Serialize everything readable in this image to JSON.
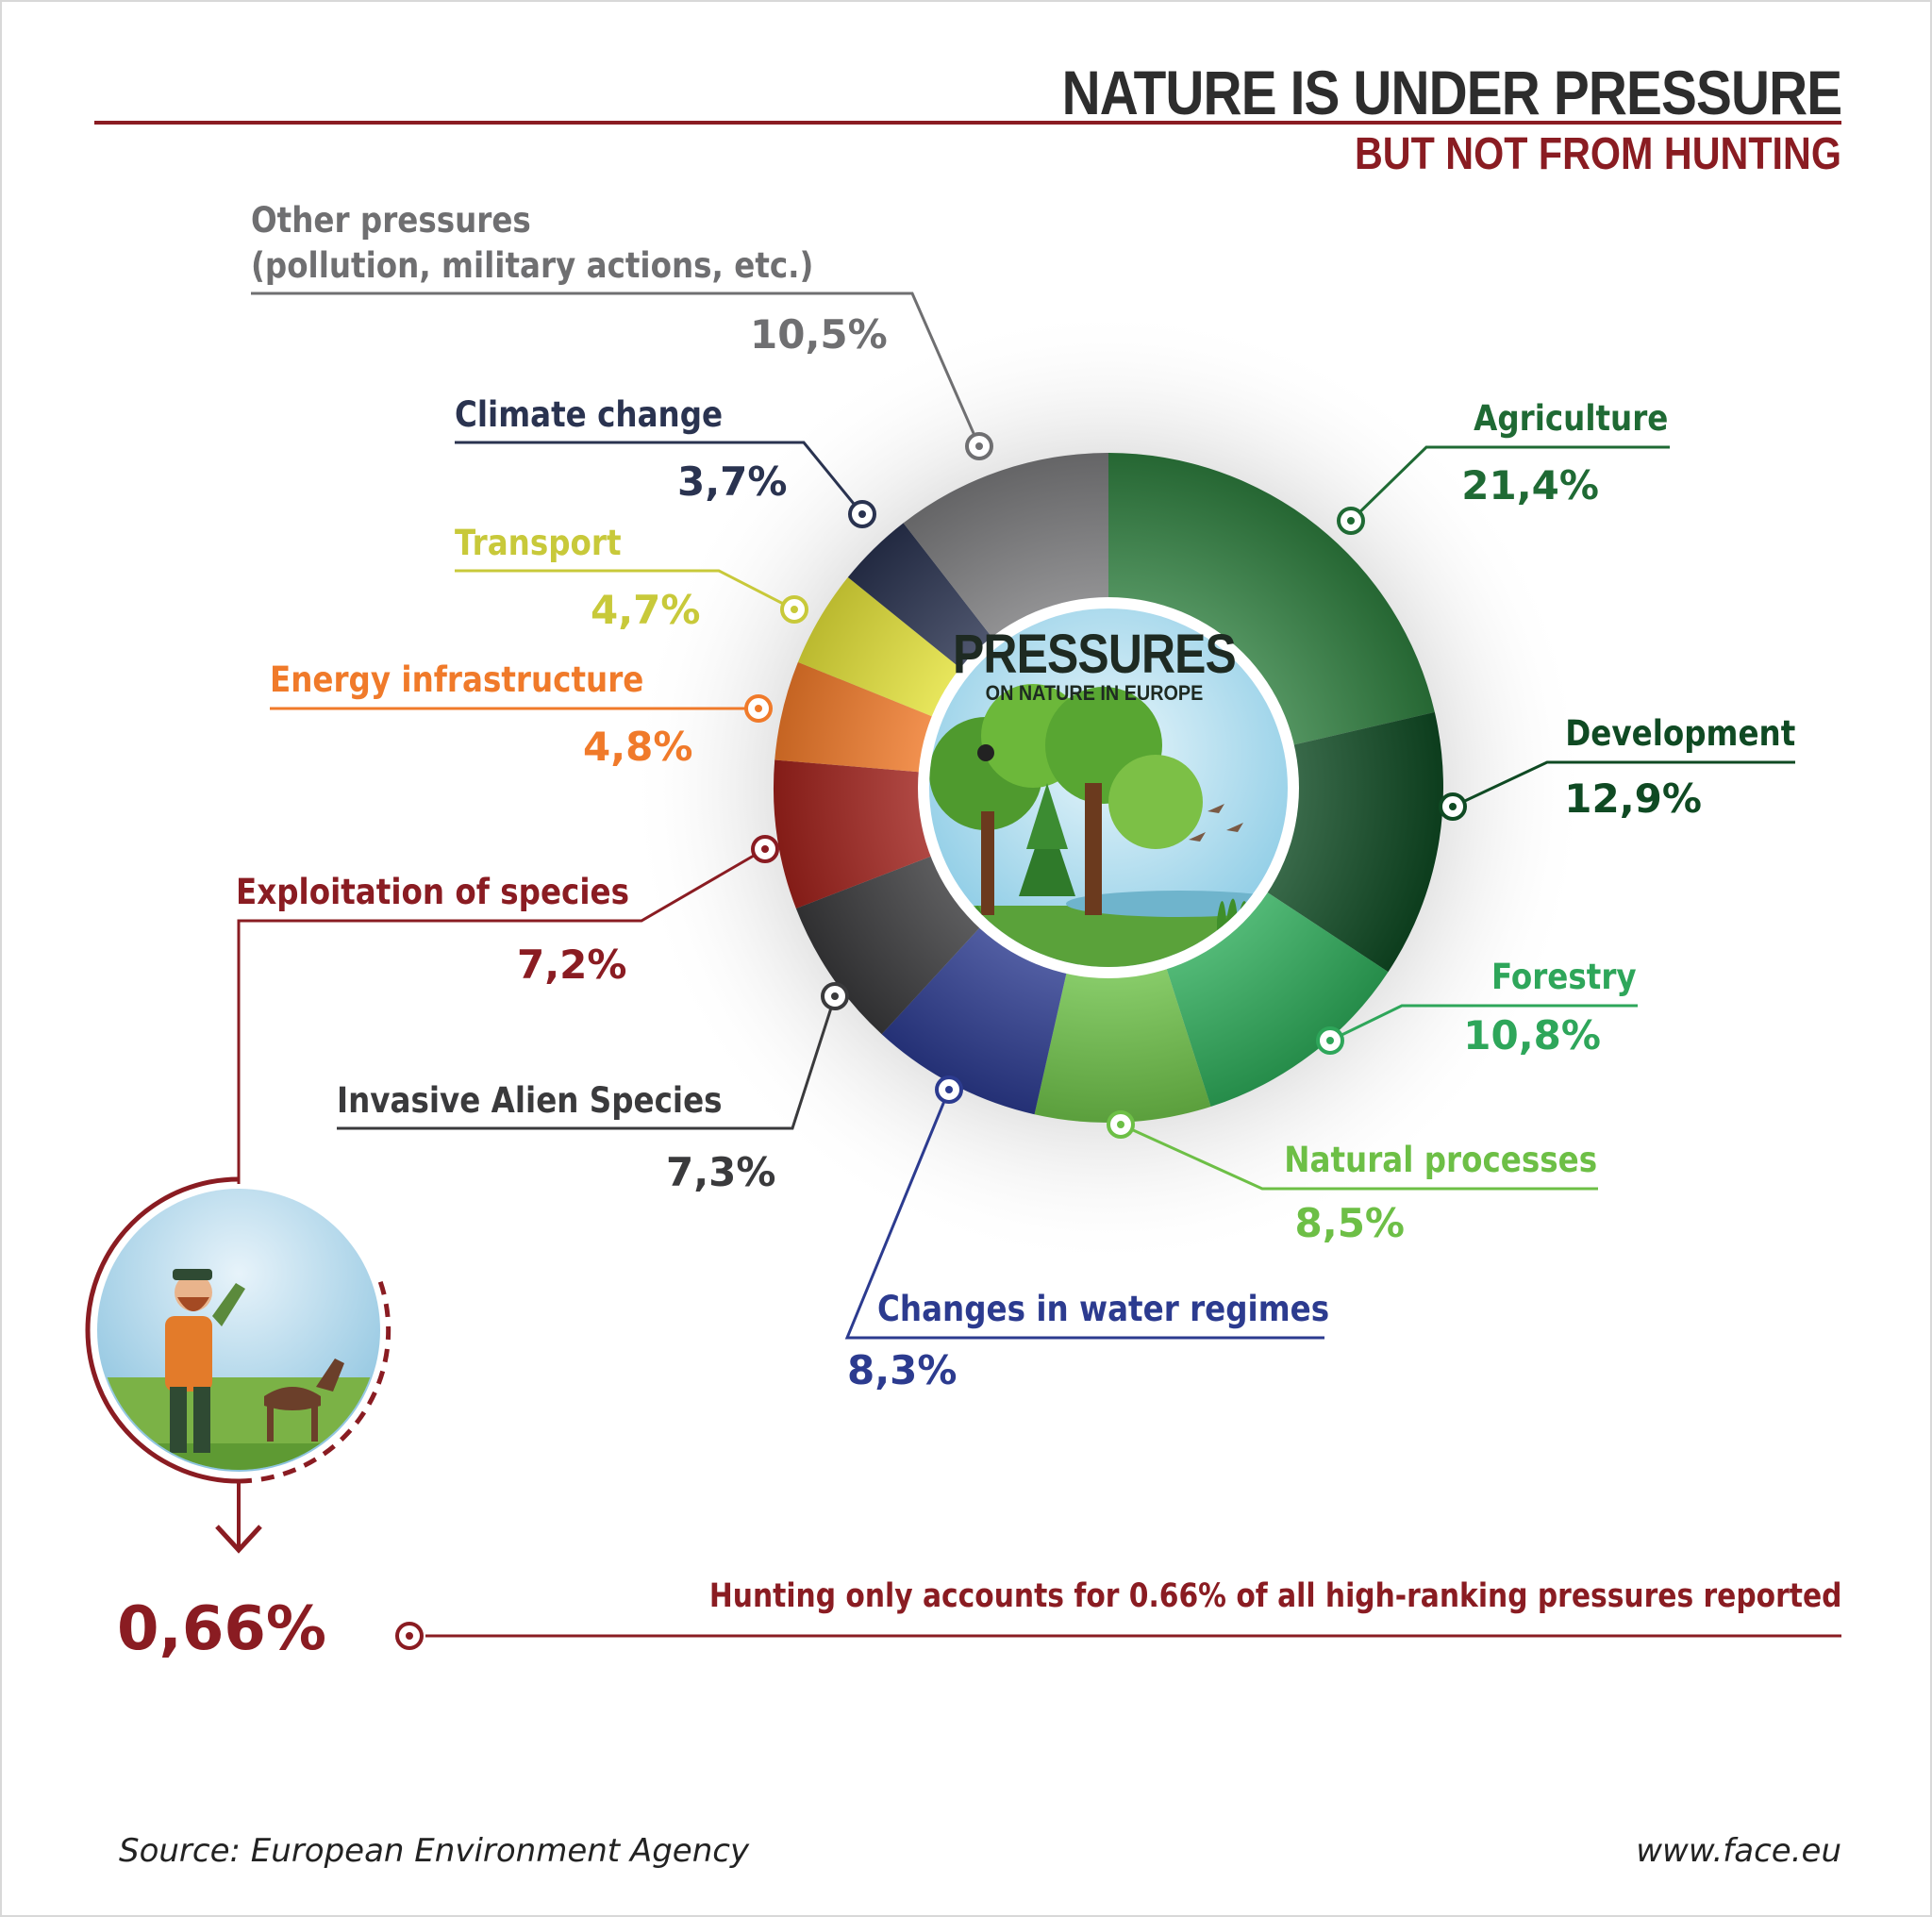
{
  "header": {
    "title": "NATURE IS UNDER PRESSURE",
    "subtitle": "BUT NOT FROM HUNTING"
  },
  "center": {
    "title": "PRESSURES",
    "subtitle": "ON NATURE IN EUROPE"
  },
  "chart_data": {
    "type": "pie",
    "title": "PRESSURES ON NATURE IN EUROPE",
    "unit": "%",
    "slices": [
      {
        "label": "Agriculture",
        "value": 21.4,
        "display": "21,4%",
        "color": "#2e7d3e"
      },
      {
        "label": "Development",
        "value": 12.9,
        "display": "12,9%",
        "color": "#0f4a23"
      },
      {
        "label": "Forestry",
        "value": 10.8,
        "display": "10,8%",
        "color": "#2eab5a"
      },
      {
        "label": "Natural processes",
        "value": 8.5,
        "display": "8,5%",
        "color": "#6fc24a"
      },
      {
        "label": "Changes in water regimes",
        "value": 8.3,
        "display": "8,3%",
        "color": "#2c3b8f"
      },
      {
        "label": "Invasive Alien Species",
        "value": 7.3,
        "display": "7,3%",
        "color": "#3a3a3c"
      },
      {
        "label": "Exploitation of species",
        "value": 7.2,
        "display": "7,2%",
        "color": "#a0221c"
      },
      {
        "label": "Energy infrastructure",
        "value": 4.8,
        "display": "4,8%",
        "color": "#f07a2a"
      },
      {
        "label": "Transport",
        "value": 4.7,
        "display": "4,7%",
        "color": "#e4e23a"
      },
      {
        "label": "Climate change",
        "value": 3.7,
        "display": "3,7%",
        "color": "#2a3350"
      },
      {
        "label": "Other pressures (pollution, military actions, etc.)",
        "value": 10.5,
        "display": "10,5%",
        "color": "#7b7b7d"
      }
    ]
  },
  "labels": {
    "agriculture": {
      "name": "Agriculture",
      "pct": "21,4%",
      "color": "#1f6a34"
    },
    "development": {
      "name": "Development",
      "pct": "12,9%",
      "color": "#0f4a23"
    },
    "forestry": {
      "name": "Forestry",
      "pct": "10,8%",
      "color": "#2ea65a"
    },
    "natural": {
      "name": "Natural processes",
      "pct": "8,5%",
      "color": "#6dbf46"
    },
    "water": {
      "name": "Changes in water regimes",
      "pct": "8,3%",
      "color": "#2c3b8f"
    },
    "invasive": {
      "name": "Invasive Alien Species",
      "pct": "7,3%",
      "color": "#3a3a3c"
    },
    "exploitation": {
      "name": "Exploitation of species",
      "pct": "7,2%",
      "color": "#8a1c22"
    },
    "energy": {
      "name": "Energy infrastructure",
      "pct": "4,8%",
      "color": "#f07a2a"
    },
    "transport": {
      "name": "Transport",
      "pct": "4,7%",
      "color": "#c8c93a"
    },
    "climate": {
      "name": "Climate change",
      "pct": "3,7%",
      "color": "#2a3350"
    },
    "other": {
      "name_line1": "Other pressures",
      "name_line2": "(pollution, military actions, etc.)",
      "pct": "10,5%",
      "color": "#6f6f71"
    }
  },
  "hunting": {
    "value": "0,66%",
    "note": "Hunting only accounts for 0.66% of all high-ranking pressures reported",
    "color": "#8a1c22"
  },
  "footer": {
    "source": "Source: European Environment Agency",
    "website": "www.face.eu"
  }
}
